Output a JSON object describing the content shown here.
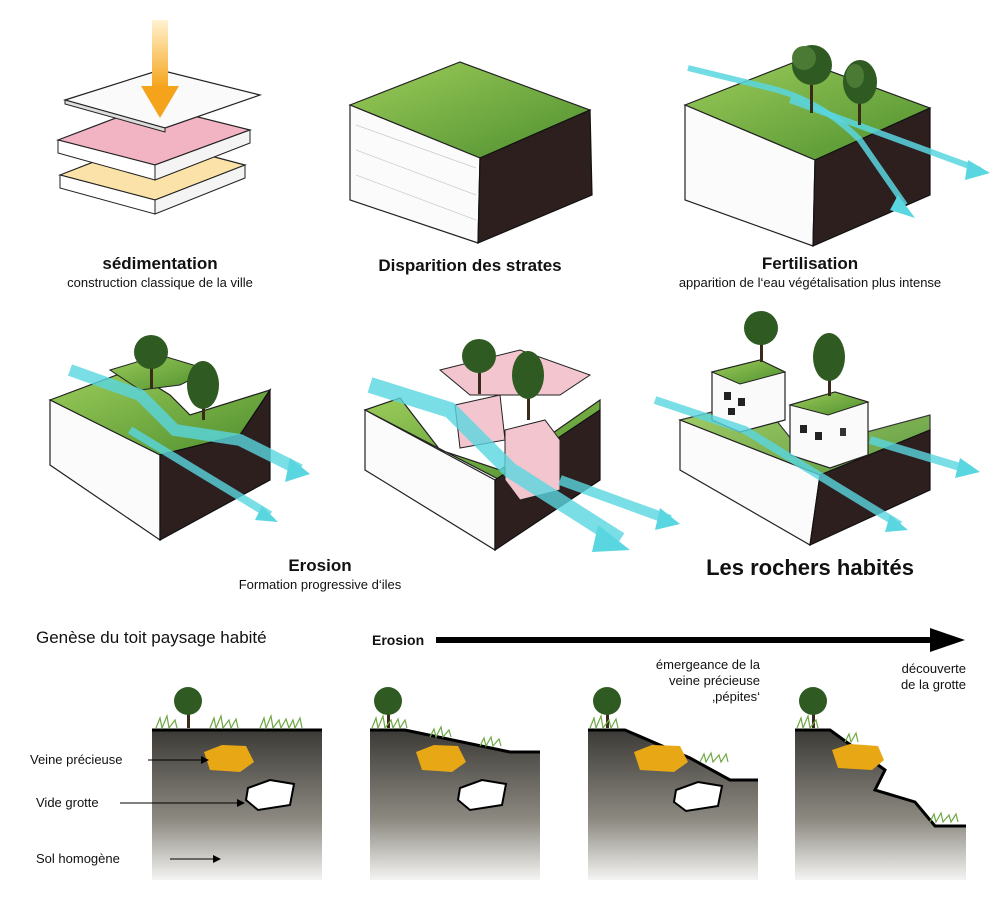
{
  "diagrams": [
    {
      "title": "sédimentation",
      "subtitle": "construction classique de la ville"
    },
    {
      "title": "Disparition des strates",
      "subtitle": ""
    },
    {
      "title": "Fertilisation",
      "subtitle": "apparition de l‘eau végétalisation plus intense"
    },
    {
      "title": "Erosion",
      "subtitle": "Formation progressive d‘iles"
    },
    {
      "title": "Les rochers habités",
      "subtitle": ""
    }
  ],
  "section2": {
    "heading": "Genèse du toit paysage habité",
    "arrow_label": "Erosion",
    "legend": {
      "vein": "Veine précieuse",
      "cave": "Vide grotte",
      "soil": "Sol homogène"
    },
    "stage3_note": [
      "émergeance de la",
      "veine précieuse",
      "‚pépites‘"
    ],
    "stage4_note": [
      "découverte",
      "de la grotte"
    ]
  },
  "colors": {
    "grass": "#6aa84f",
    "earth_dark": "#2e1f1f",
    "water": "#59d6e0",
    "sediment_arrow": "#f5a31a",
    "vein": "#e8a815",
    "soil": "#6e6a62"
  }
}
